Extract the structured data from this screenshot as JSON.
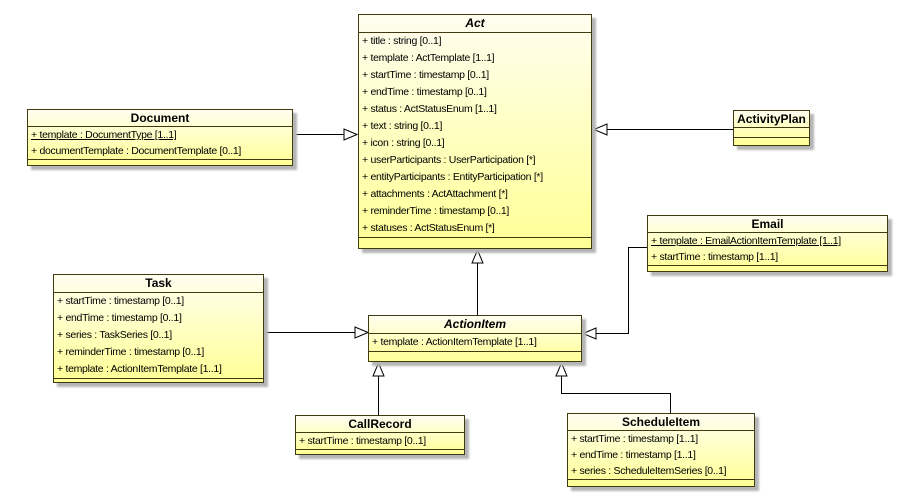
{
  "diagram": {
    "type": "uml-class-diagram",
    "background": "#ffffff",
    "class_fill_top": "#fffdf0",
    "class_fill_bottom": "#ffff96",
    "border_color": "#3f3a10",
    "shadow_color": "#b5b5b5",
    "connector_color": "#000000"
  },
  "classes": [
    {
      "id": "act",
      "name": "Act",
      "abstract": true,
      "attributes": [
        {
          "text": "+ title : string [0..1]",
          "underline": false
        },
        {
          "text": "+ template : ActTemplate [1..1]",
          "underline": false
        },
        {
          "text": "+ startTime : timestamp [0..1]",
          "underline": false
        },
        {
          "text": "+ endTime : timestamp [0..1]",
          "underline": false
        },
        {
          "text": "+ status : ActStatusEnum [1..1]",
          "underline": false
        },
        {
          "text": "+ text : string [0..1]",
          "underline": false
        },
        {
          "text": "+ icon : string [0..1]",
          "underline": false
        },
        {
          "text": "+ userParticipants : UserParticipation [*]",
          "underline": false
        },
        {
          "text": "+ entityParticipants : EntityParticipation [*]",
          "underline": false
        },
        {
          "text": "+ attachments : ActAttachment [*]",
          "underline": false
        },
        {
          "text": "+ reminderTime : timestamp [0..1]",
          "underline": false
        },
        {
          "text": "+ statuses : ActStatusEnum [*]",
          "underline": false
        }
      ]
    },
    {
      "id": "document",
      "name": "Document",
      "abstract": false,
      "attributes": [
        {
          "text": "+ template : DocumentType [1..1]",
          "underline": true
        },
        {
          "text": "+ documentTemplate : DocumentTemplate [0..1]",
          "underline": false
        }
      ]
    },
    {
      "id": "activityplan",
      "name": "ActivityPlan",
      "abstract": false,
      "attributes": []
    },
    {
      "id": "email",
      "name": "Email",
      "abstract": false,
      "attributes": [
        {
          "text": "+ template : EmailActionItemTemplate [1..1]",
          "underline": true
        },
        {
          "text": "+ startTime : timestamp [1..1]",
          "underline": false
        }
      ]
    },
    {
      "id": "task",
      "name": "Task",
      "abstract": false,
      "attributes": [
        {
          "text": "+ startTime : timestamp [0..1]",
          "underline": false
        },
        {
          "text": "+ endTime : timestamp [0..1]",
          "underline": false
        },
        {
          "text": "+ series : TaskSeries [0..1]",
          "underline": false
        },
        {
          "text": "+ reminderTime : timestamp [0..1]",
          "underline": false
        },
        {
          "text": "+ template : ActionItemTemplate [1..1]",
          "underline": false
        }
      ]
    },
    {
      "id": "actionitem",
      "name": "ActionItem",
      "abstract": true,
      "attributes": [
        {
          "text": "+ template : ActionItemTemplate [1..1]",
          "underline": false
        }
      ]
    },
    {
      "id": "callrecord",
      "name": "CallRecord",
      "abstract": false,
      "attributes": [
        {
          "text": "+ startTime : timestamp [0..1]",
          "underline": false
        }
      ]
    },
    {
      "id": "scheduleitem",
      "name": "ScheduleItem",
      "abstract": false,
      "attributes": [
        {
          "text": "+ startTime : timestamp [1..1]",
          "underline": false
        },
        {
          "text": "+ endTime : timestamp [1..1]",
          "underline": false
        },
        {
          "text": "+ series : ScheduleItemSeries [0..1]",
          "underline": false
        }
      ]
    }
  ],
  "relations": [
    {
      "type": "generalization",
      "from": "Document",
      "to": "Act"
    },
    {
      "type": "generalization",
      "from": "ActivityPlan",
      "to": "Act"
    },
    {
      "type": "generalization",
      "from": "ActionItem",
      "to": "Act"
    },
    {
      "type": "generalization",
      "from": "Task",
      "to": "ActionItem"
    },
    {
      "type": "generalization",
      "from": "Email",
      "to": "ActionItem"
    },
    {
      "type": "generalization",
      "from": "CallRecord",
      "to": "ActionItem"
    },
    {
      "type": "generalization",
      "from": "ScheduleItem",
      "to": "ActionItem"
    }
  ]
}
